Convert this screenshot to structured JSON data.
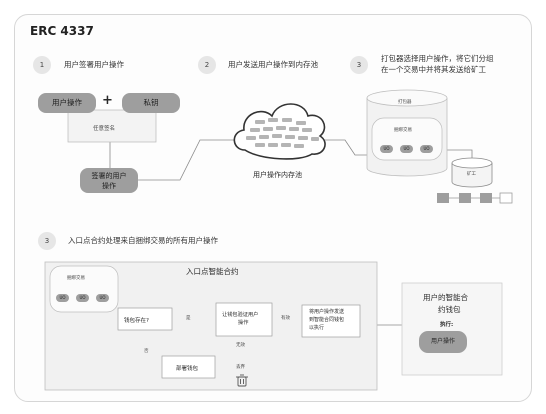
{
  "title": "ERC 4337",
  "steps": [
    {
      "num": "1",
      "label": "用户签署用户操作"
    },
    {
      "num": "2",
      "label": "用户发送用户操作到内存池"
    },
    {
      "num": "3",
      "label_line1": "打包器选择用户操作，将它们分组",
      "label_line2": "在一个交易中并将其发送给矿工"
    },
    {
      "num": "3",
      "label": "入口点合约处理来自捆绑交易的所有用户操作"
    }
  ],
  "signing": {
    "user_op": "用户操作",
    "plus": "+",
    "private_key": "私钥",
    "sign_label": "任意签名",
    "signed_op_line1": "签署的用户",
    "signed_op_line2": "操作"
  },
  "mempool": {
    "label": "用户操作内存池"
  },
  "bundler": {
    "label": "打包器",
    "bundle_label": "捆绑交易",
    "ops": [
      "UO",
      "UO",
      "UO"
    ]
  },
  "miner": {
    "label": "矿工"
  },
  "entrypoint": {
    "title": "入口点智能合约",
    "bundle_label": "捆绑交易",
    "ops": [
      "UO",
      "UO",
      "UO"
    ],
    "wallet_exists": "钱包存在?",
    "yes1": "是",
    "no1": "否",
    "deploy_wallet": "部署钱包",
    "verify_line1": "让钱包验证用户",
    "verify_line2": "操作",
    "valid": "有效",
    "invalid": "无效",
    "discard": "丢弃",
    "forward_line1": "将用户操作发送",
    "forward_line2": "到智能合同钱包",
    "forward_line3": "以执行"
  },
  "wallet": {
    "title_line1": "用户的智能合",
    "title_line2": "约钱包",
    "execute": "执行:",
    "user_op": "用户操作"
  }
}
